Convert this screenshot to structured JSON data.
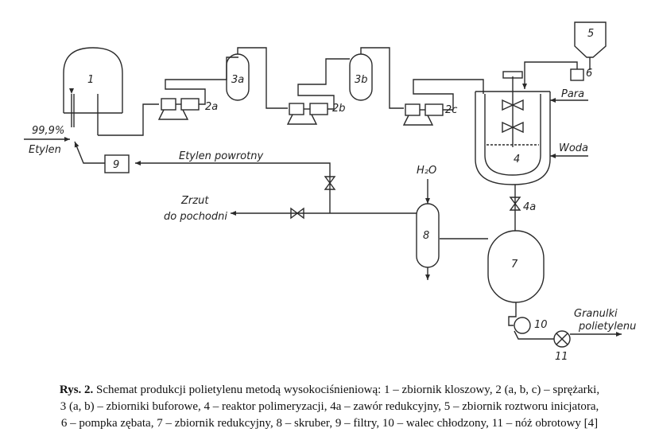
{
  "labels": {
    "tank1": "1",
    "comp2a": "2a",
    "comp2b": "2b",
    "comp2c": "2c",
    "buf3a": "3a",
    "buf3b": "3b",
    "reactor4": "4",
    "valve4a": "4a",
    "hopper5": "5",
    "pump6": "6",
    "sep7": "7",
    "scrub8": "8",
    "filter9": "9",
    "roll10": "10",
    "knife11": "11",
    "purity": "99,9%",
    "ethylene": "Etylen",
    "recycle": "Etylen powrotny",
    "vent1": "Zrzut",
    "vent2": "do pochodni",
    "water_in": "H₂O",
    "steam": "Para",
    "water": "Woda",
    "product1": "Granulki",
    "product2": "polietylenu"
  },
  "caption": {
    "prefix": "Rys. 2.",
    "line1": "Schemat produkcji polietylenu metodą wysokociśnieniową: 1 – zbiornik kloszowy, 2 (a, b, c) – sprężarki,",
    "line2": "3 (a, b) – zbiorniki buforowe, 4 – reaktor polimeryzacji, 4a – zawór redukcyjny, 5 – zbiornik roztworu inicjatora,",
    "line3": "6 – pompka zębata, 7 – zbiornik redukcyjny, 8 – skruber, 9 – filtry, 10 – walec chłodzony, 11 – nóż obrotowy [4]"
  }
}
